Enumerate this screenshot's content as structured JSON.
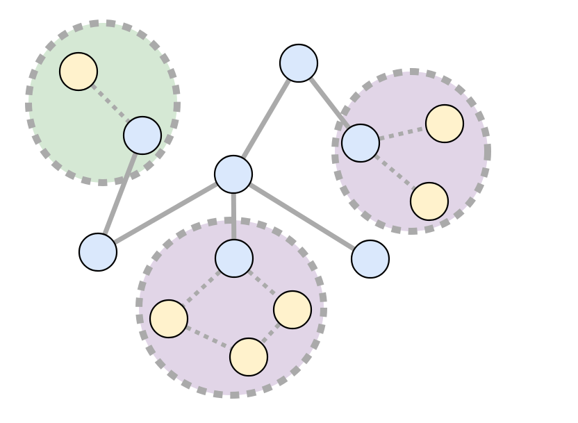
{
  "colors": {
    "background": "#ffffff",
    "edge": "#aaaaaa",
    "cluster_border": "#aaaaaa",
    "cluster_green_fill": "#d5e8d4",
    "cluster_purple_fill": "#e1d5e7",
    "node_blue_fill": "#dae8fc",
    "node_yellow_fill": "#fff2cc",
    "node_stroke": "#000000"
  },
  "clusters": [
    {
      "id": "cluster-green-top-left",
      "fill": "green"
    },
    {
      "id": "cluster-purple-right",
      "fill": "purple"
    },
    {
      "id": "cluster-purple-bottom",
      "fill": "purple"
    }
  ],
  "nodes": [
    {
      "id": "blue-top",
      "color": "blue"
    },
    {
      "id": "blue-center",
      "color": "blue"
    },
    {
      "id": "blue-left",
      "color": "blue"
    },
    {
      "id": "blue-green-cluster",
      "color": "blue"
    },
    {
      "id": "blue-right-cluster",
      "color": "blue"
    },
    {
      "id": "blue-bottom-cluster",
      "color": "blue"
    },
    {
      "id": "blue-lower-right",
      "color": "blue"
    },
    {
      "id": "yellow-green-cluster",
      "color": "yellow"
    },
    {
      "id": "yellow-right-top",
      "color": "yellow"
    },
    {
      "id": "yellow-right-bottom",
      "color": "yellow"
    },
    {
      "id": "yellow-bottom-left",
      "color": "yellow"
    },
    {
      "id": "yellow-bottom-right",
      "color": "yellow"
    },
    {
      "id": "yellow-bottom-lower",
      "color": "yellow"
    }
  ],
  "edges": [
    {
      "from": "blue-center",
      "to": "blue-top",
      "style": "solid"
    },
    {
      "from": "blue-top",
      "to": "blue-right-cluster",
      "style": "solid"
    },
    {
      "from": "blue-center",
      "to": "blue-left",
      "style": "solid"
    },
    {
      "from": "blue-left",
      "to": "blue-green-cluster",
      "style": "solid"
    },
    {
      "from": "blue-center",
      "to": "blue-bottom-cluster",
      "style": "solid"
    },
    {
      "from": "blue-center",
      "to": "blue-lower-right",
      "style": "solid"
    },
    {
      "from": "yellow-green-cluster",
      "to": "blue-green-cluster",
      "style": "dotted"
    },
    {
      "from": "blue-right-cluster",
      "to": "yellow-right-top",
      "style": "dotted"
    },
    {
      "from": "blue-right-cluster",
      "to": "yellow-right-bottom",
      "style": "dotted"
    },
    {
      "from": "blue-bottom-cluster",
      "to": "yellow-bottom-left",
      "style": "dotted"
    },
    {
      "from": "blue-bottom-cluster",
      "to": "yellow-bottom-right",
      "style": "dotted"
    },
    {
      "from": "yellow-bottom-left",
      "to": "yellow-bottom-lower",
      "style": "dotted"
    },
    {
      "from": "yellow-bottom-right",
      "to": "yellow-bottom-lower",
      "style": "dotted"
    }
  ]
}
